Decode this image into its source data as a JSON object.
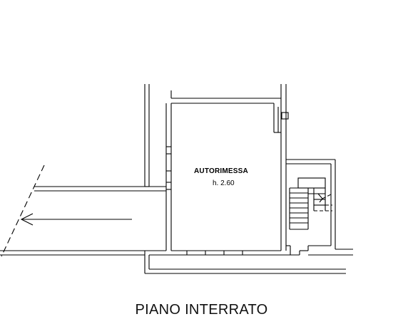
{
  "room": {
    "name": "AUTORIMESSA",
    "height": "h. 2.60"
  },
  "floor_title": "PIANO INTERRATO"
}
